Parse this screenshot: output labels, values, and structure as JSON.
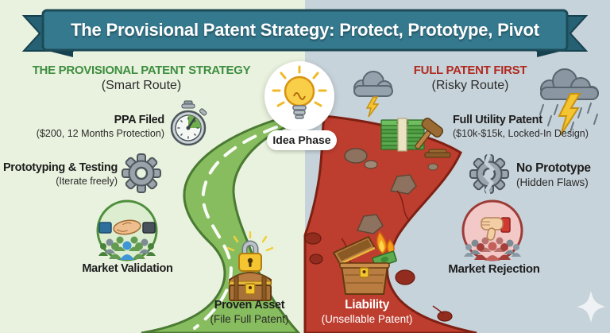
{
  "banner": {
    "title": "The Provisional Patent Strategy: Protect, Prototype, Pivot"
  },
  "left_panel": {
    "heading": "THE PROVISIONAL PATENT STRATEGY",
    "subheading": "(Smart Route)",
    "steps": [
      {
        "label": "PPA Filed",
        "sublabel": "($200, 12 Months Protection)",
        "icon": "stopwatch-icon"
      },
      {
        "label": "Prototyping & Testing",
        "sublabel": "(Iterate freely)",
        "icon": "gear-icon"
      },
      {
        "label": "Market Validation",
        "sublabel": "",
        "icon": "handshake-crowd-icon"
      },
      {
        "label": "Proven Asset",
        "sublabel": "(File Full Patent)",
        "icon": "locked-treasure-chest-icon"
      }
    ]
  },
  "center": {
    "label": "Idea Phase",
    "icon": "lightbulb-icon"
  },
  "right_panel": {
    "heading": "FULL PATENT FIRST",
    "subheading": "(Risky Route)",
    "steps": [
      {
        "label": "Full Utility Patent",
        "sublabel": "($10k-$15k, Locked-In Design)",
        "icon": "money-gavel-icon"
      },
      {
        "label": "No Prototype",
        "sublabel": "(Hidden Flaws)",
        "icon": "broken-gear-icon"
      },
      {
        "label": "Market Rejection",
        "sublabel": "",
        "icon": "thumbs-down-crowd-icon"
      },
      {
        "label": "Liability",
        "sublabel": "(Unsellable Patent)",
        "icon": "burning-treasure-chest-icon"
      }
    ]
  },
  "decorations": {
    "left_storm": "storm-cloud-lightning-icon",
    "right_storm": "storm-cloud-rain-lightning-icon",
    "watermark": "sparkle-icon"
  },
  "colors": {
    "banner_teal": "#35798e",
    "left_background": "#e9f2de",
    "right_background": "#c7d3da",
    "smart_route_green": "#87bd5e",
    "risky_route_red": "#bd3e2f",
    "left_heading_green": "#3e8e41",
    "right_heading_red": "#b02a20"
  }
}
